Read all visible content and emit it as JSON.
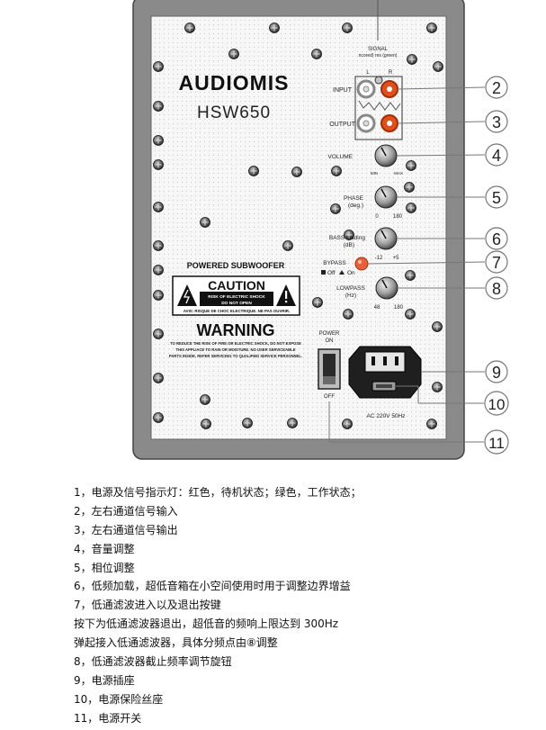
{
  "panel": {
    "brand": "AUDIOMIS",
    "model": "HSW650",
    "signal_label": "SIGNAL",
    "signal_sub": "ncored)  res (green)",
    "input_label": "INPUT",
    "output_label": "OUTPUT",
    "ch_left": "L",
    "ch_right": "R",
    "volume_label": "VOLUME",
    "volume_min": "MIN",
    "volume_max": "MAX",
    "phase_label": "PHASE",
    "phase_unit": "(deg.)",
    "phase_min": "0",
    "phase_max": "180",
    "bass_label": "BASS loading",
    "bass_unit": "(dB)",
    "bass_min": "-12",
    "bass_max": "+5",
    "bypass_label": "BYPASS",
    "bypass_off": "Off",
    "bypass_on": "On",
    "lowpass_label": "LOWPASS",
    "lowpass_unit": "(Hz)",
    "lowpass_min": "48",
    "lowpass_max": "180",
    "powered_subwoofer": "POWERED SUBWOOFER",
    "caution_title": "CAUTION",
    "caution_line1": "RISK OF ELECTRIC SHOCK",
    "caution_line2": "DO NOT OPEN",
    "caution_fr": "AVIS: RISQUE DE CHOC ELECTRIQUE. NE PAS OUVRIR.",
    "warning_title": "WARNING",
    "warning_line1": "TO REDUCE THE RISK OF FIRE OR ELECTRIC SHOCK, DO NOT EXPOSE",
    "warning_line2": "THIS APPLIACE TO RAIN OR MOISTURE. NO USER SERVICEABLE",
    "warning_line3": "PARTS INSIDE. REFER SERVICING TO QUALIFIED SERVICE PERSONNEL.",
    "power_label": "POWER",
    "power_on": "ON",
    "power_off": "OFF",
    "ac_label": "AC 220V 50Hz"
  },
  "callouts": [
    "2",
    "3",
    "4",
    "5",
    "6",
    "7",
    "8",
    "9",
    "10",
    "11"
  ],
  "legend": [
    "1，电源及信号指示灯：红色，待机状态；绿色，工作状态；",
    "2，左右通道信号输入",
    "3，左右通道信号输出",
    "4，音量调整",
    "5，相位调整",
    "6，低频加载，超低音箱在小空间使用时用于调整边界增益",
    "7，低通滤波进入以及退出按键",
    "按下为低通滤波器退出，超低音的频响上限达到 300Hz",
    "弹起接入低通滤波器，具体分频点由⑧调整",
    "8，低通滤波器截止频率调节旋钮",
    "9，电源插座",
    "10，电源保险丝座",
    "11，电源开关"
  ]
}
